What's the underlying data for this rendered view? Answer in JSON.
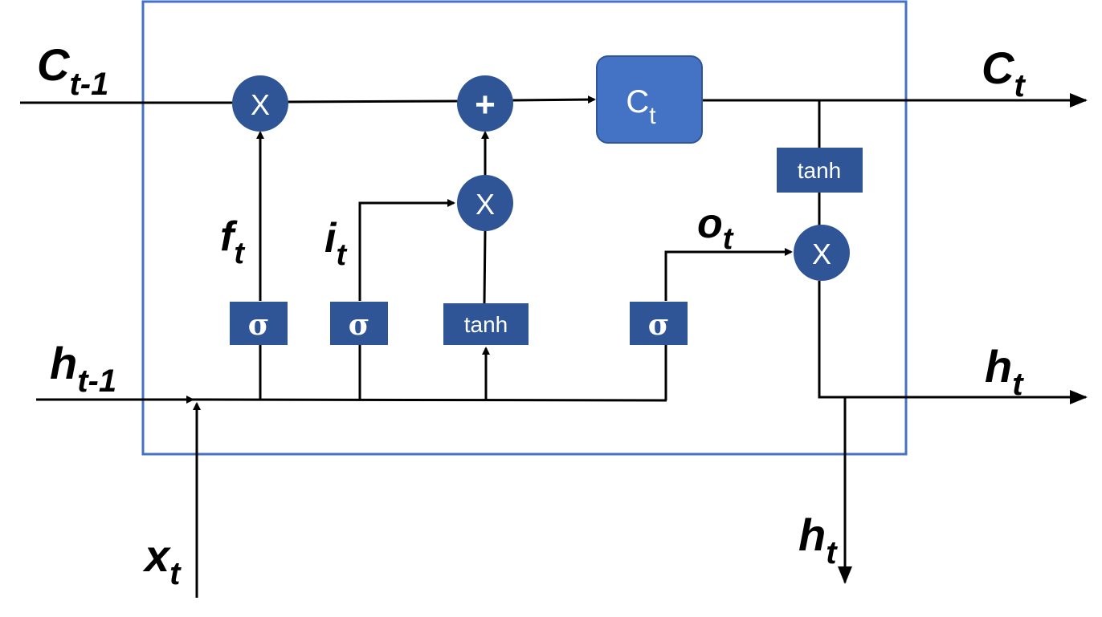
{
  "labels": {
    "c_prev": {
      "main": "C",
      "sub": "t-1"
    },
    "c_out": {
      "main": "C",
      "sub": "t"
    },
    "h_prev": {
      "main": "h",
      "sub": "t-1"
    },
    "h_out_right": {
      "main": "h",
      "sub": "t"
    },
    "h_out_down": {
      "main": "h",
      "sub": "t"
    },
    "x_in": {
      "main": "x",
      "sub": "t"
    },
    "forget": {
      "main": "f",
      "sub": "t"
    },
    "input": {
      "main": "i",
      "sub": "t"
    },
    "output": {
      "main": "o",
      "sub": "t"
    }
  },
  "operators": {
    "forget_mul": "X",
    "input_mul": "X",
    "cell_add": "+",
    "output_mul": "X"
  },
  "gates": {
    "forget_sigma": "σ",
    "input_sigma": "σ",
    "candidate_tanh": "tanh",
    "output_sigma": "σ",
    "cell_tanh": "tanh"
  },
  "cell_state": {
    "main": "C",
    "sub": "t"
  },
  "colors": {
    "frame": "#4472C4",
    "operator_fill": "#2F5597",
    "gate_fill": "#2F5597",
    "cell_fill": "#4472C4",
    "wire": "#000000"
  }
}
